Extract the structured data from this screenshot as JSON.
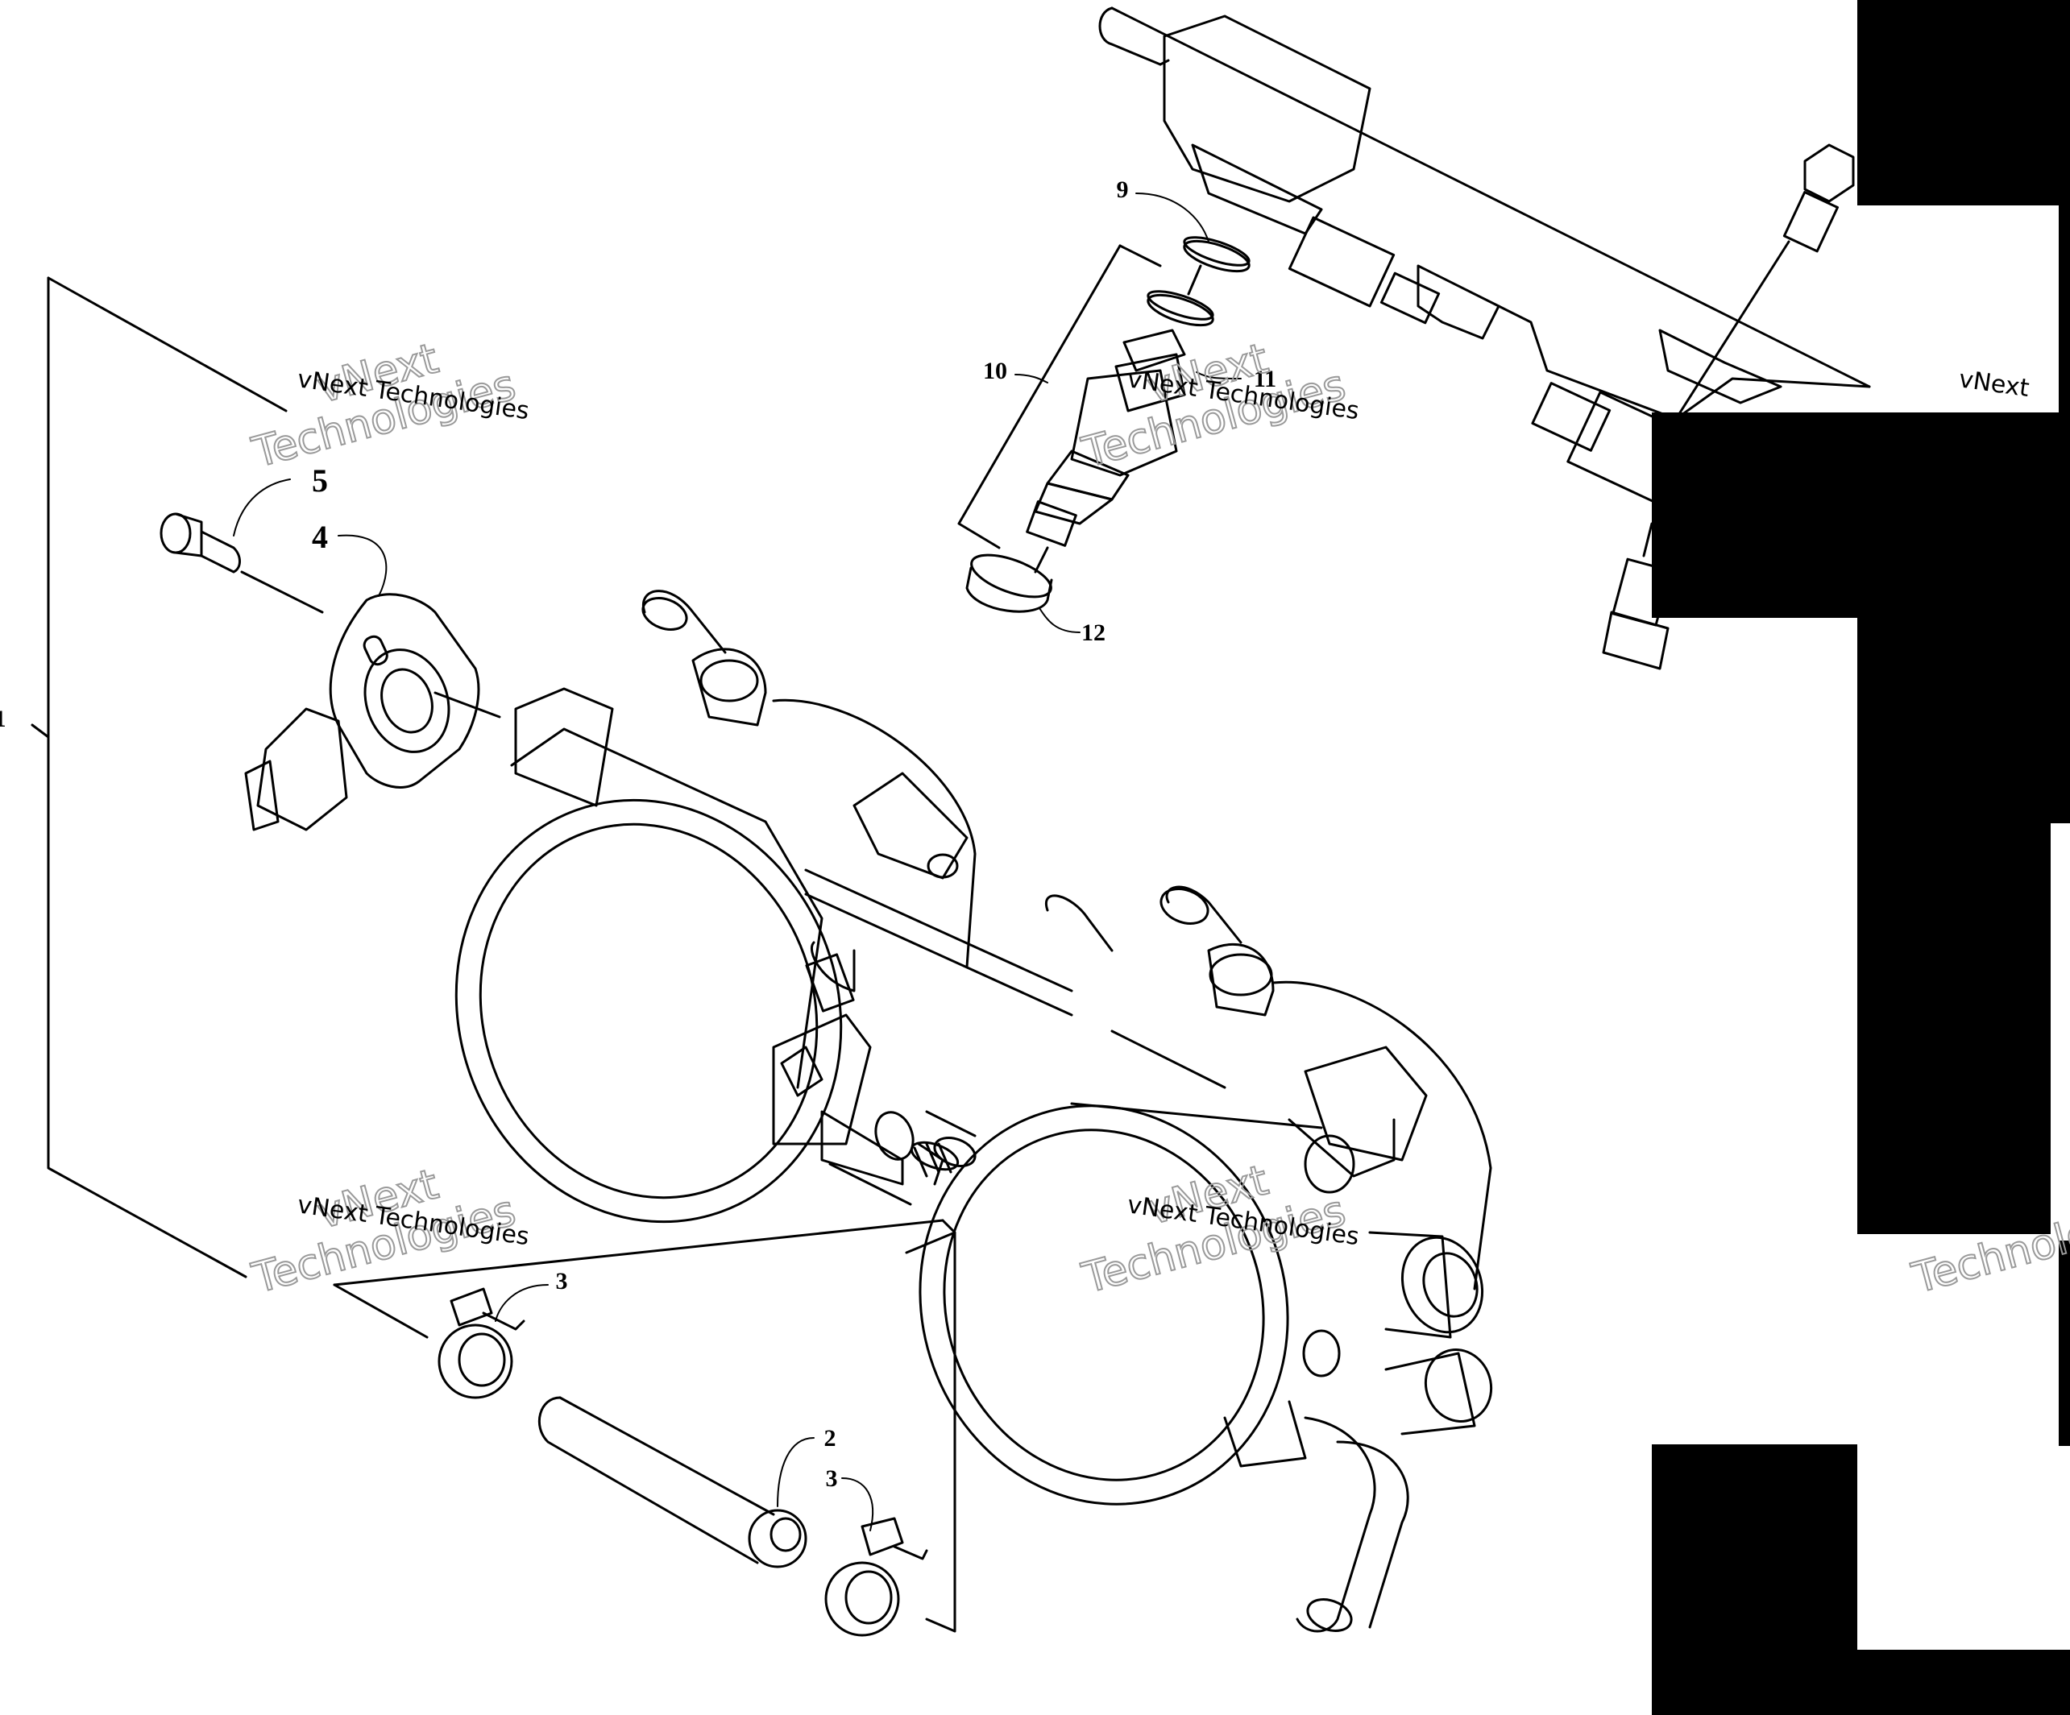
{
  "diagram": {
    "part_numbers": [
      "1",
      "2",
      "3",
      "3",
      "4",
      "5",
      "9",
      "10",
      "11",
      "12"
    ],
    "watermark": {
      "company": "vNext Technologies",
      "line1": "vNext",
      "line2": "Technologies"
    },
    "colors": {
      "line": "#000000",
      "background": "#ffffff",
      "redaction": "#000000",
      "watermark_outline": "#9a9a9a"
    }
  }
}
